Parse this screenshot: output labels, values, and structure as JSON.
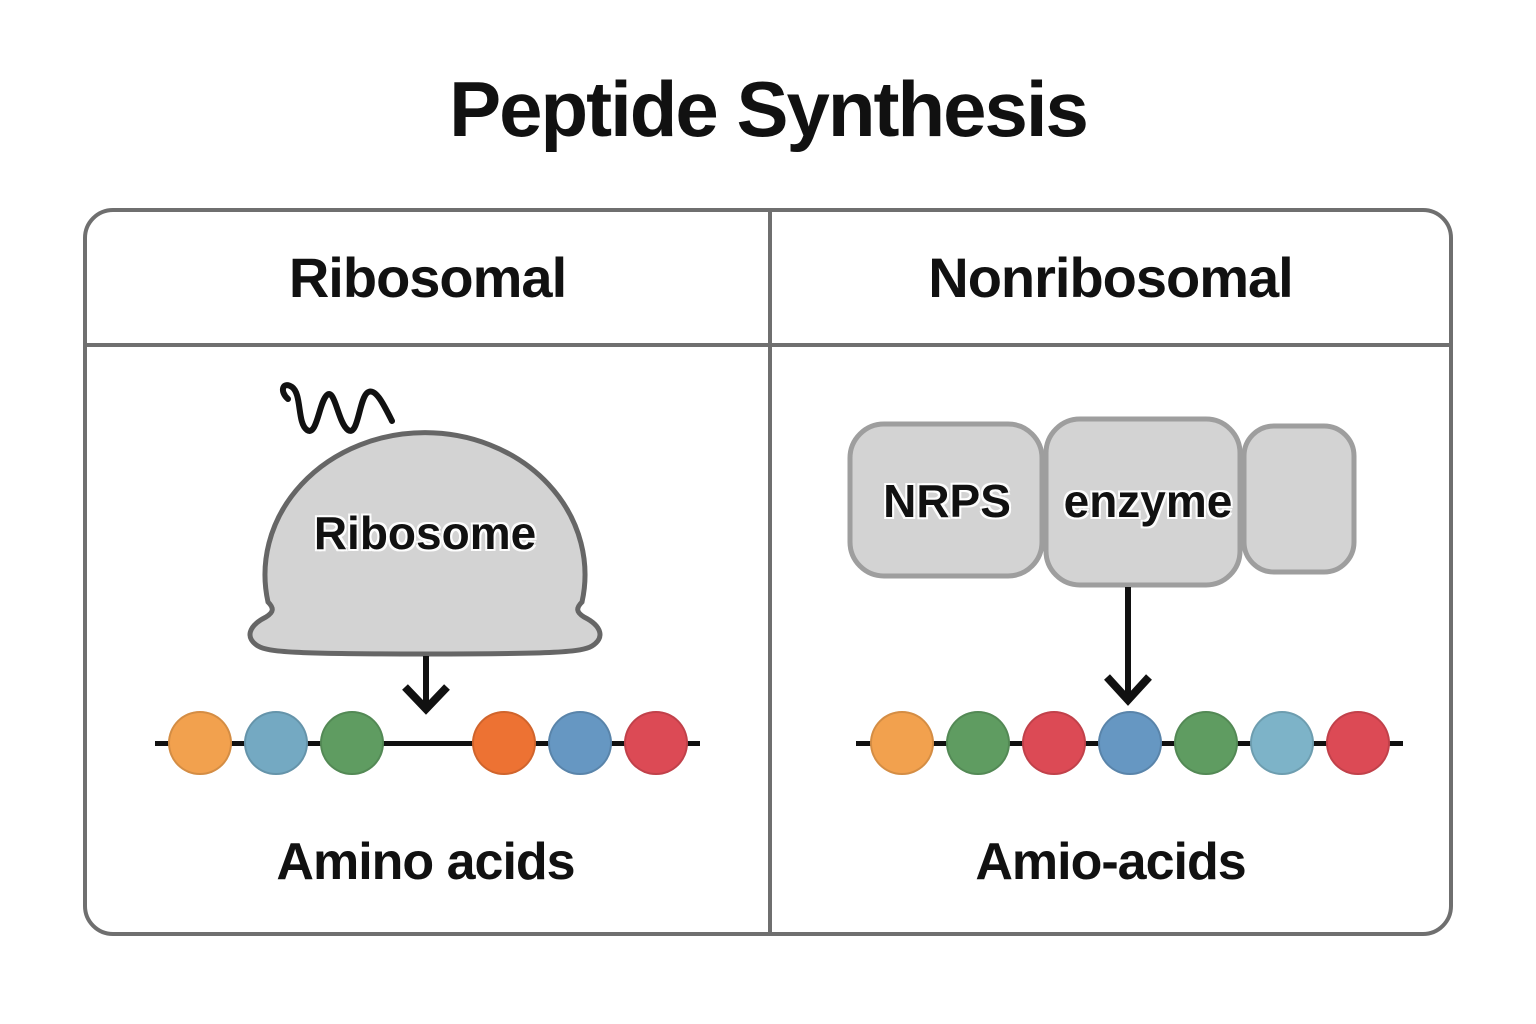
{
  "title": "Peptide Synthesis",
  "palette": {
    "orange": "#F2A14E",
    "steel_blue": "#74A9C2",
    "green": "#5F9C61",
    "dark_orange": "#ED7233",
    "blue": "#6697C2",
    "red": "#DC4A55",
    "light_blue": "#7DB3C8",
    "shape_fill": "#D3D3D3",
    "shape_stroke_dark": "#666666",
    "shape_stroke_light": "#9E9E9E",
    "table_border": "#6F6F6F",
    "chain_line": "#111111"
  },
  "panels": [
    {
      "header": "Ribosomal",
      "machine": {
        "type": "ribosome",
        "label": "Ribosome",
        "decoration": "mrna-squiggle"
      },
      "chain": {
        "sequence": [
          "orange",
          "steel_blue",
          "green",
          "gap",
          "dark_orange",
          "blue",
          "red"
        ]
      },
      "caption": "Amino acids"
    },
    {
      "header": "Nonribosomal",
      "machine": {
        "type": "nrps-enzyme",
        "modules": [
          "NRPS",
          "enzyme",
          ""
        ]
      },
      "chain": {
        "sequence": [
          "orange",
          "green",
          "red",
          "blue",
          "green",
          "light_blue",
          "red"
        ]
      },
      "caption": "Amio-acids"
    }
  ]
}
